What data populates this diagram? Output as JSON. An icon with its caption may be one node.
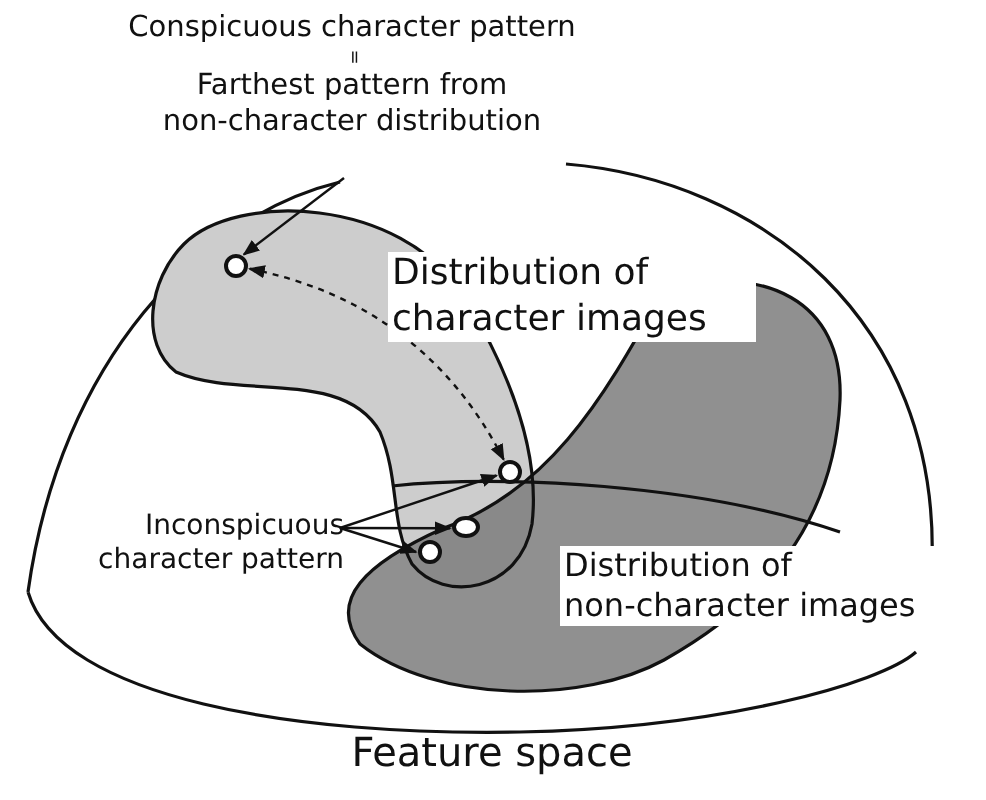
{
  "diagram": {
    "nodes": [
      {
        "text": [
          "Conspicuous character pattern",
          "=",
          "Farthest pattern from non-character distribution"
        ]
      },
      {
        "text": [],
        "shape": "circle"
      },
      {
        "text": [],
        "shape": "circle"
      },
      {
        "text": [
          "Inconspicuous character pattern"
        ]
      },
      {
        "text": [],
        "shape": "circle"
      },
      {
        "text": [],
        "shape": "circle"
      }
    ],
    "edges": [
      {
        "from": 0,
        "to": 1,
        "arrow": "to"
      },
      {
        "from": 2,
        "to": 1,
        "arrow": "both",
        "style": "dashed"
      },
      {
        "from": 3,
        "to": 2,
        "arrow": "to"
      },
      {
        "from": 3,
        "to": 4,
        "arrow": "to"
      },
      {
        "from": 3,
        "to": 5,
        "arrow": "to"
      }
    ],
    "labels": [
      "Distribution of character images",
      "Distribution of non-character images",
      "Feature space"
    ]
  }
}
